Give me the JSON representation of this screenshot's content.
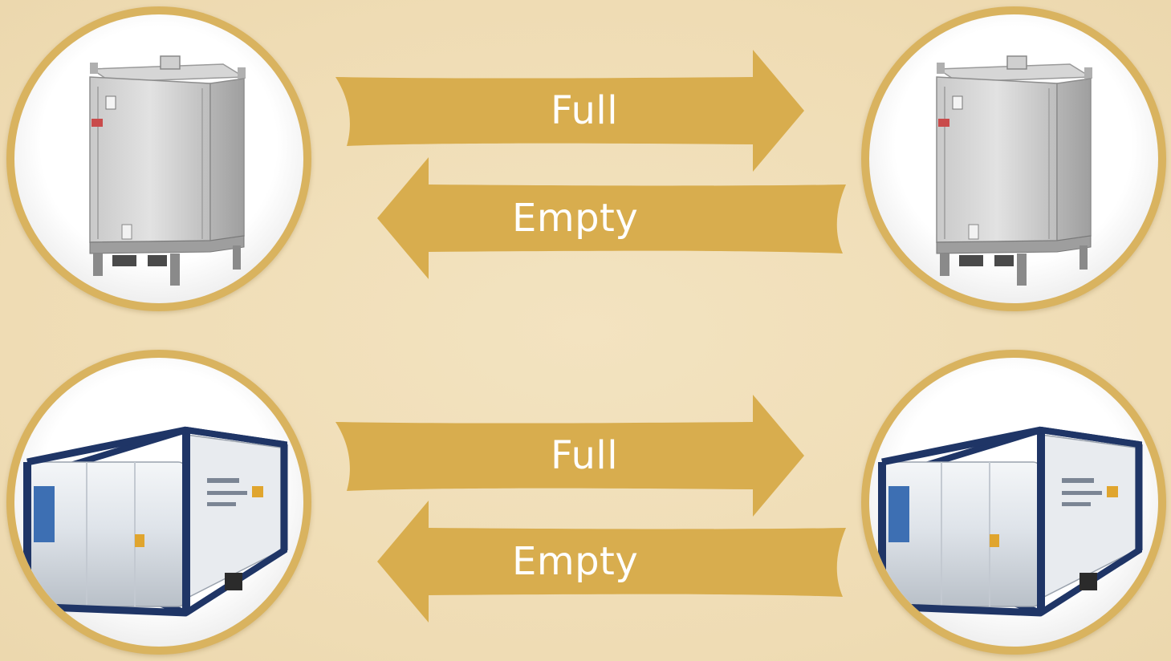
{
  "colors": {
    "background": "#efdcb4",
    "arrow_fill": "#d8ad4e",
    "circle_ring": "#d9b35f",
    "label_text": "#ffffff"
  },
  "rows": [
    {
      "left_icon": "ibc-tote-container-icon",
      "right_icon": "ibc-tote-container-icon",
      "arrows": [
        {
          "direction": "right",
          "label": "Full"
        },
        {
          "direction": "left",
          "label": "Empty"
        }
      ]
    },
    {
      "left_icon": "iso-tank-container-icon",
      "right_icon": "iso-tank-container-icon",
      "arrows": [
        {
          "direction": "right",
          "label": "Full"
        },
        {
          "direction": "left",
          "label": "Empty"
        }
      ]
    }
  ]
}
